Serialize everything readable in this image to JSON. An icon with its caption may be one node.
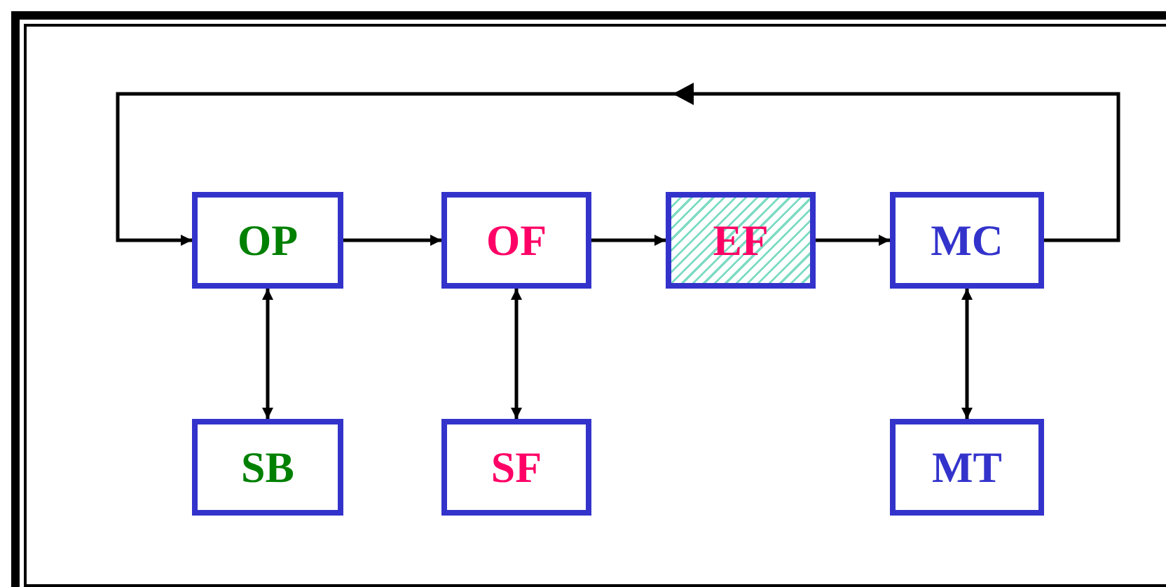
{
  "diagram": {
    "nodes": [
      {
        "text": [
          "OP"
        ]
      },
      {
        "text": [
          "OF"
        ]
      },
      {
        "text": [
          "EF"
        ]
      },
      {
        "text": [
          "MC"
        ]
      },
      {
        "text": [
          "SB"
        ]
      },
      {
        "text": [
          "SF"
        ]
      },
      {
        "text": [
          "MT"
        ]
      }
    ],
    "edges": [
      {
        "from": 0,
        "to": 1,
        "arrow": "to"
      },
      {
        "from": 1,
        "to": 2,
        "arrow": "to"
      },
      {
        "from": 2,
        "to": 3,
        "arrow": "to"
      },
      {
        "from": 3,
        "to": 0,
        "arrow": "to"
      },
      {
        "from": 0,
        "to": 4,
        "arrow": "both"
      },
      {
        "from": 1,
        "to": 5,
        "arrow": "both"
      },
      {
        "from": 3,
        "to": 6,
        "arrow": "both"
      }
    ]
  }
}
